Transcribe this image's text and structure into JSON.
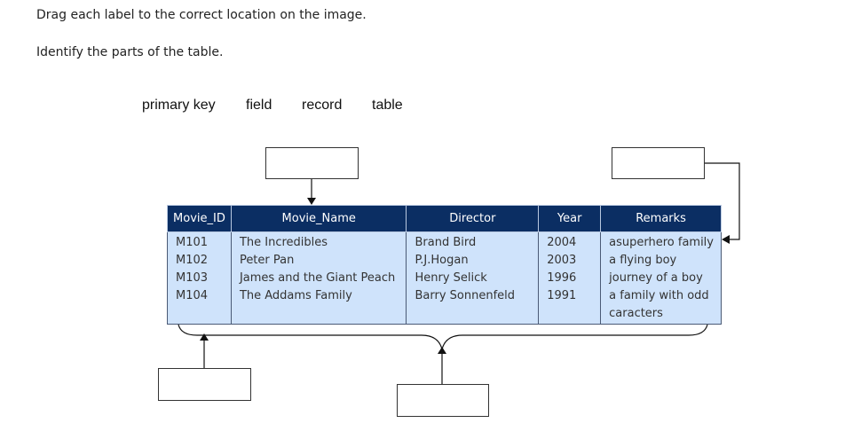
{
  "instructions": {
    "line1": "Drag each label to the correct location on the image.",
    "line2": "Identify the parts of the table."
  },
  "labels": [
    "primary key",
    "field",
    "record",
    "table"
  ],
  "table": {
    "headers": [
      "Movie_ID",
      "Movie_Name",
      "Director",
      "Year",
      "Remarks"
    ],
    "rows": [
      [
        "M101",
        "The Incredibles",
        "Brand Bird",
        "2004",
        "asuperhero family"
      ],
      [
        "M102",
        "Peter Pan",
        "P.J.Hogan",
        "2003",
        "a flying boy"
      ],
      [
        "M103",
        "James and the Giant Peach",
        "Henry Selick",
        "1996",
        "journey of a boy"
      ],
      [
        "M104",
        "The Addams Family",
        "Barry Sonnenfeld",
        "1991",
        "a family with odd caracters"
      ]
    ]
  }
}
